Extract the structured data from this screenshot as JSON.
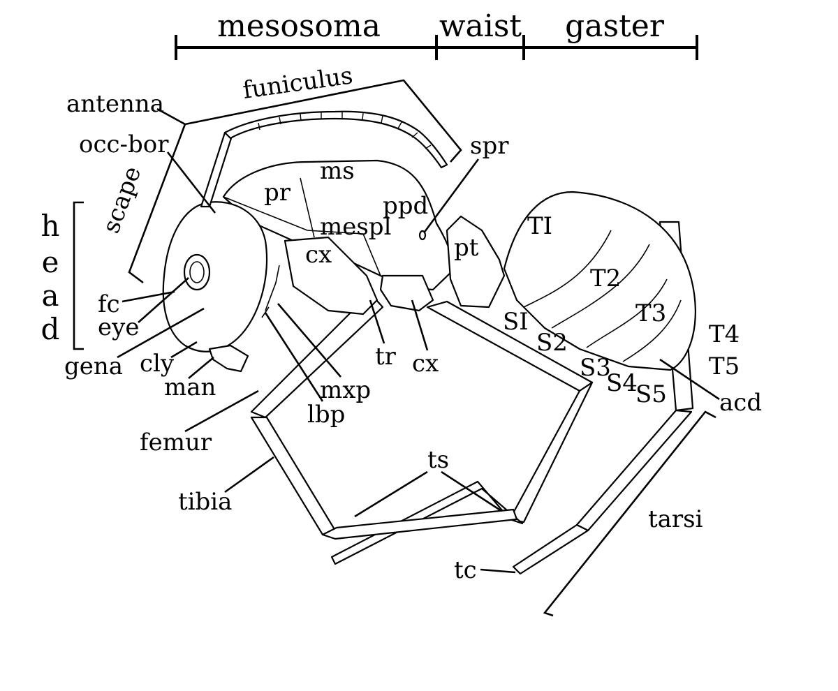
{
  "sections": {
    "mesosoma": "mesosoma",
    "waist": "waist",
    "gaster": "gaster"
  },
  "head_letters": [
    "h",
    "e",
    "a",
    "d"
  ],
  "labels": {
    "antenna": "antenna",
    "funiculus": "funiculus",
    "occ_bor": "occ-bor",
    "scape": "scape",
    "fc": "fc",
    "eye": "eye",
    "gena": "gena",
    "cly": "cly",
    "man": "man",
    "femur": "femur",
    "tibia": "tibia",
    "lbp": "lbp",
    "mxp": "mxp",
    "tr": "tr",
    "cx_front": "cx",
    "cx_mid": "cx",
    "pr": "pr",
    "ms": "ms",
    "mespl": "mespl",
    "ppd": "ppd",
    "spr": "spr",
    "pt": "pt",
    "T1": "TI",
    "T2": "T2",
    "T3": "T3",
    "T4": "T4",
    "T5": "T5",
    "S1": "SI",
    "S2": "S2",
    "S3": "S3",
    "S4": "S4",
    "S5": "S5",
    "acd": "acd",
    "ts": "ts",
    "tarsi": "tarsi",
    "tc": "tc"
  }
}
